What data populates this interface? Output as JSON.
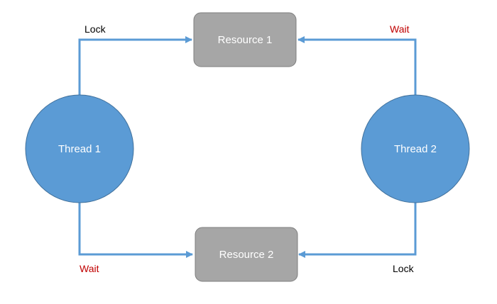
{
  "colors": {
    "thread_fill": "#5b9bd5",
    "thread_stroke": "#41719c",
    "resource_fill": "#a6a6a6",
    "resource_stroke": "#7f7f7f",
    "connector": "#5b9bd5",
    "lock_text": "#000000",
    "wait_text": "#c00000"
  },
  "threads": [
    {
      "label": "Thread 1"
    },
    {
      "label": "Thread 2"
    }
  ],
  "resources": [
    {
      "label": "Resource 1"
    },
    {
      "label": "Resource 2"
    }
  ],
  "edges": [
    {
      "from": "Thread 1",
      "to": "Resource 1",
      "label": "Lock"
    },
    {
      "from": "Thread 1",
      "to": "Resource 2",
      "label": "Wait"
    },
    {
      "from": "Thread 2",
      "to": "Resource 1",
      "label": "Wait"
    },
    {
      "from": "Thread 2",
      "to": "Resource 2",
      "label": "Lock"
    }
  ]
}
